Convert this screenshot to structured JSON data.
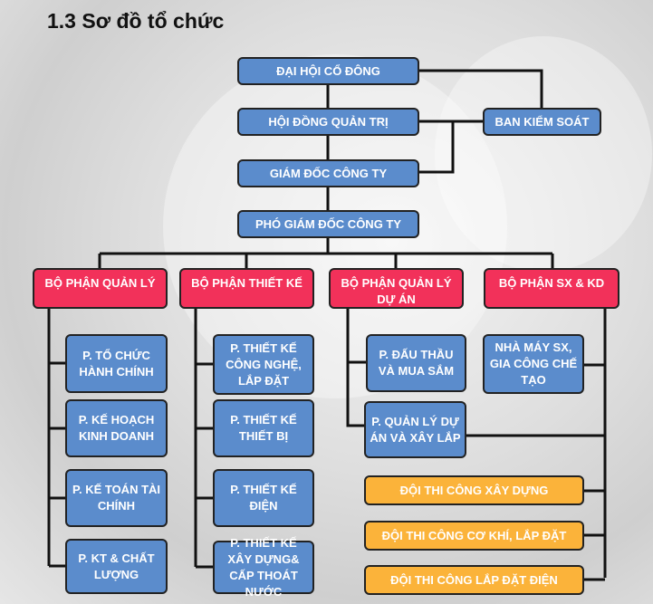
{
  "title": "1.3 Sơ đồ tổ chức",
  "colors": {
    "blue": "#5b8ccc",
    "red": "#f2315a",
    "orange": "#fbb33a"
  },
  "top": {
    "dai_hoi": "ĐẠI HỘI CỔ ĐÔNG",
    "hdqt": "HỘI ĐỒNG QUẢN TRỊ",
    "bks": "BAN KIỂM SOÁT",
    "gd": "GIÁM ĐỐC CÔNG TY",
    "pgd": "PHÓ GIÁM ĐỐC CÔNG TY"
  },
  "divisions": [
    "BỘ PHẬN QUẢN LÝ",
    "BỘ PHẬN THIẾT KẾ",
    "BỘ PHẬN QUẢN LÝ DỰ ÁN",
    "BỘ PHẬN SX & KD"
  ],
  "col1": [
    "P. TỔ CHỨC HÀNH CHÍNH",
    "P. KẾ HOẠCH KINH DOANH",
    "P. KẾ TOÁN TÀI CHÍNH",
    "P. KT & CHẤT LƯỢNG"
  ],
  "col2": [
    "P. THIẾT KẾ CÔNG NGHỆ, LẮP ĐẶT",
    "P. THIẾT KẾ THIẾT BỊ",
    "P. THIẾT KẾ ĐIỆN",
    "P. THIẾT KẾ XÂY DỰNG& CẤP THOÁT NƯỚC"
  ],
  "col3": [
    "P. ĐẤU THẦU VÀ MUA SẮM",
    "P. QUẢN LÝ DỰ ÁN VÀ XÂY LẮP"
  ],
  "col4": [
    "NHÀ MÁY SX, GIA CÔNG CHẾ TẠO"
  ],
  "teams": [
    "ĐỘI THI CÔNG XÂY DỰNG",
    "ĐỘI THI CÔNG CƠ KHÍ, LẮP ĐẶT",
    "ĐỘI THI CÔNG LẮP ĐẶT ĐIỆN"
  ]
}
